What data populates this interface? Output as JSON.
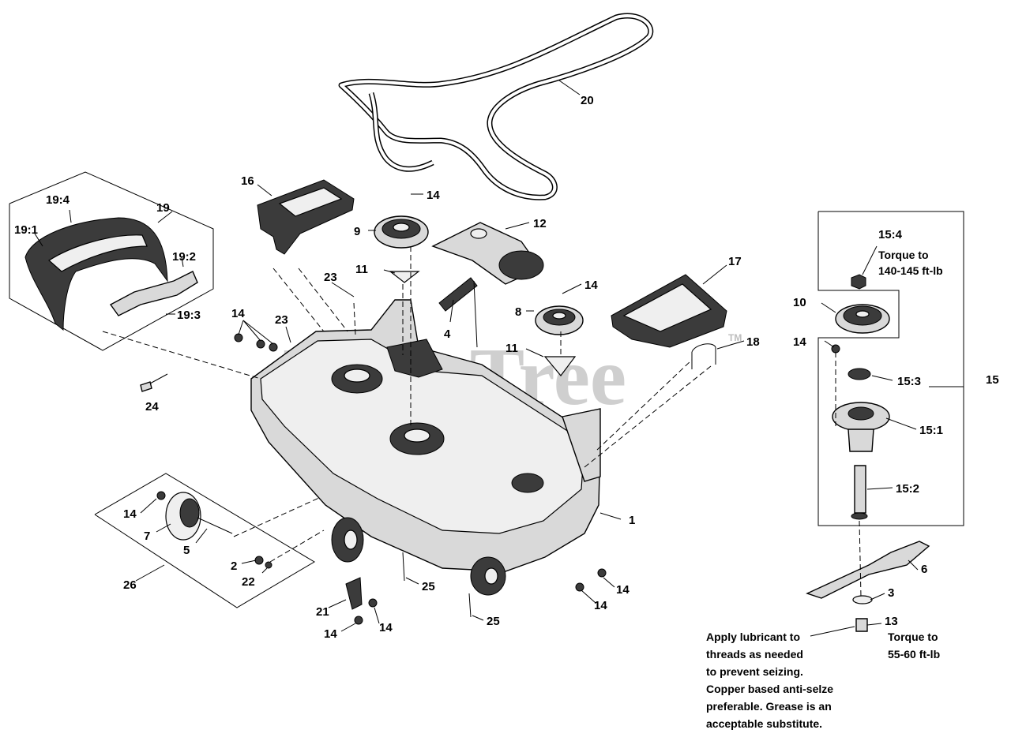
{
  "diagram": {
    "watermark": "PartsTree",
    "watermark_mark": "TM",
    "callouts": {
      "c1": "1",
      "c2": "2",
      "c3": "3",
      "c4": "4",
      "c5": "5",
      "c6": "6",
      "c7": "7",
      "c8": "8",
      "c9": "9",
      "c10": "10",
      "c11a": "11",
      "c11b": "11",
      "c12": "12",
      "c13": "13",
      "c14a": "14",
      "c14b": "14",
      "c14c": "14",
      "c14d": "14",
      "c14e": "14",
      "c14f": "14",
      "c14g": "14",
      "c14h": "14",
      "c14i": "14",
      "c15": "15",
      "c15_1": "15:1",
      "c15_2": "15:2",
      "c15_3": "15:3",
      "c15_4": "15:4",
      "c16": "16",
      "c17": "17",
      "c18": "18",
      "c19": "19",
      "c19_1": "19:1",
      "c19_2": "19:2",
      "c19_3": "19:3",
      "c19_4": "19:4",
      "c20": "20",
      "c21": "21",
      "c22": "22",
      "c23a": "23",
      "c23b": "23",
      "c24": "24",
      "c25a": "25",
      "c25b": "25",
      "c26": "26"
    },
    "notes": {
      "torque_15_4": [
        "Torque to",
        "140-145 ft-lb"
      ],
      "torque_13": [
        "Torque to",
        "55-60 ft-lb"
      ],
      "lubricant": [
        "Apply lubricant to",
        "threads as needed",
        "to prevent seizing.",
        "Copper based anti-selze",
        "preferable. Grease is an",
        "acceptable substitute."
      ]
    }
  }
}
